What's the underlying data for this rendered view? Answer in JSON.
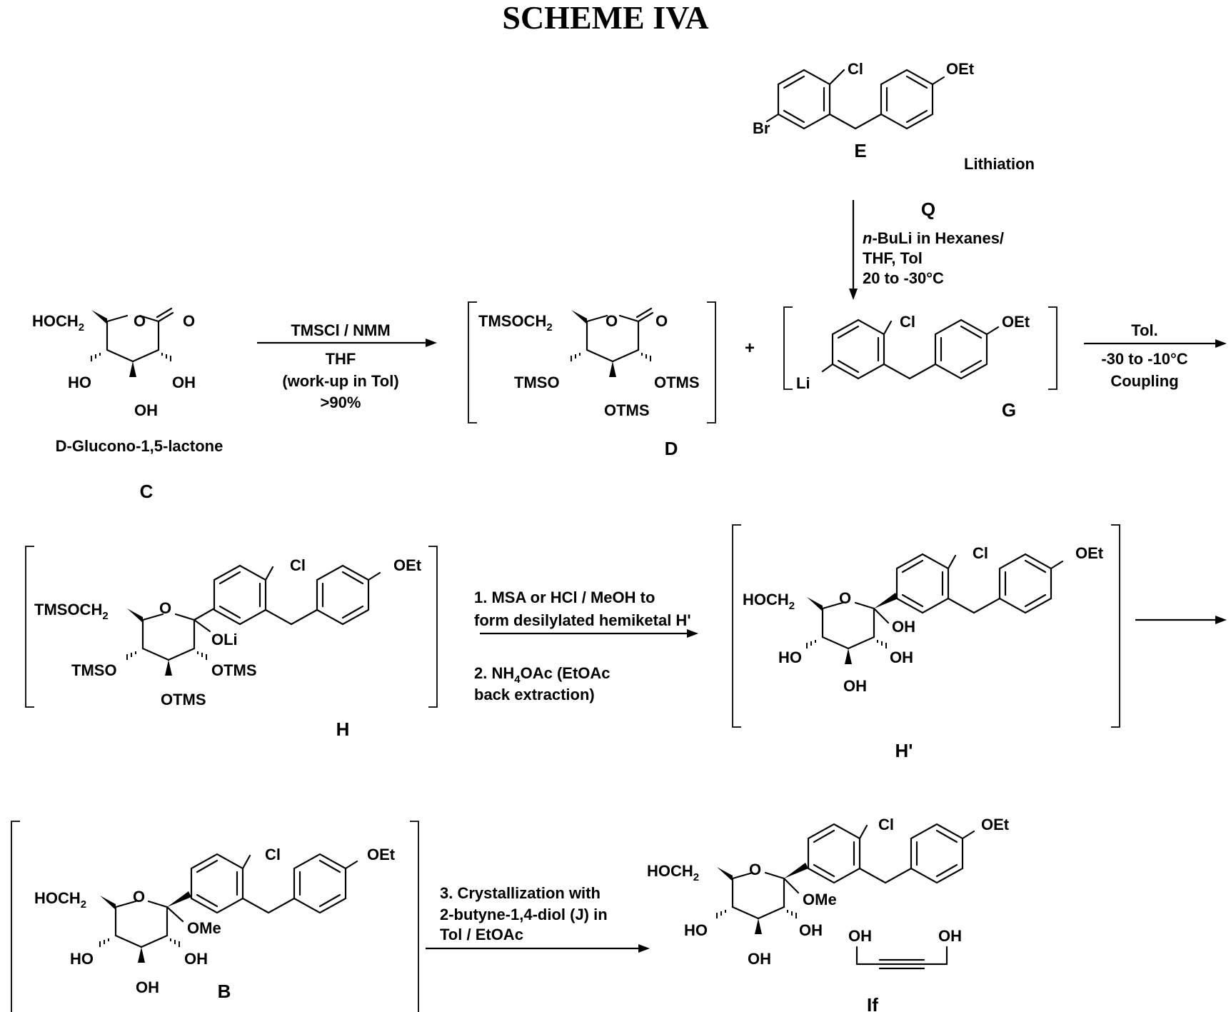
{
  "title": "SCHEME IVA",
  "compounds": {
    "E": {
      "id": "E",
      "cl": "Cl",
      "oet": "OEt",
      "br": "Br"
    },
    "Q": {
      "id": "Q",
      "caption": "Lithiation"
    },
    "C": {
      "id": "C",
      "name": "D-Glucono-1,5-lactone",
      "hoch2": "HOCH",
      "sub2": "2",
      "ring_o": "O",
      "carbonyl_o": "O",
      "ho": "HO",
      "oh_right": "OH",
      "oh_bottom": "OH"
    },
    "D": {
      "id": "D",
      "tmsoch2": "TMSOCH",
      "sub2": "2",
      "ring_o": "O",
      "carbonyl_o": "O",
      "tmso": "TMSO",
      "otms_right": "OTMS",
      "otms_bottom": "OTMS"
    },
    "G": {
      "id": "G",
      "cl": "Cl",
      "oet": "OEt",
      "li": "Li"
    },
    "H": {
      "id": "H",
      "tmsoch2": "TMSOCH",
      "sub2": "2",
      "ring_o": "O",
      "oli": "OLi",
      "tmso": "TMSO",
      "otms_right": "OTMS",
      "otms_bottom": "OTMS",
      "cl": "Cl",
      "oet": "OEt"
    },
    "Hp": {
      "id": "H'",
      "hoch2": "HOCH",
      "sub2": "2",
      "ring_o": "O",
      "oh_anomeric": "OH",
      "ho": "HO",
      "oh_right": "OH",
      "oh_bottom": "OH",
      "cl": "Cl",
      "oet": "OEt"
    },
    "B": {
      "id": "B",
      "hoch2": "HOCH",
      "sub2": "2",
      "ring_o": "O",
      "ome": "OMe",
      "ho": "HO",
      "oh_right": "OH",
      "oh_bottom": "OH",
      "cl": "Cl",
      "oet": "OEt"
    },
    "If": {
      "id": "If",
      "hoch2": "HOCH",
      "sub2": "2",
      "ring_o": "O",
      "ome": "OMe",
      "ho": "HO",
      "oh_right": "OH",
      "oh_bottom": "OH",
      "cl": "Cl",
      "oet": "OEt",
      "diol_oh_left": "OH",
      "diol_oh_right": "OH"
    }
  },
  "plus": "+",
  "reactions": {
    "r1": {
      "line1": "TMSCl / NMM",
      "line2": "THF",
      "line3": "(work-up in Tol)",
      "line4": ">90%"
    },
    "r_lith": {
      "line1_italic": "n",
      "line1_rest": "-BuLi in Hexanes/",
      "line2": "THF, Tol",
      "line3": "20 to -30°C"
    },
    "r_couple": {
      "line1": "Tol.",
      "line2": "-30 to -10°C",
      "line3": "Coupling"
    },
    "r2": {
      "line1": "1. MSA or HCl / MeOH to",
      "line2": "form desilylated hemiketal H'",
      "line3_a": "2. NH",
      "line3_sub": "4",
      "line3_b": "OAc (EtOAc",
      "line4": "back extraction)"
    },
    "r3": {
      "line1": "3. Crystallization with",
      "line2": "2-butyne-1,4-diol (J) in",
      "line3": "Tol / EtOAc"
    }
  }
}
